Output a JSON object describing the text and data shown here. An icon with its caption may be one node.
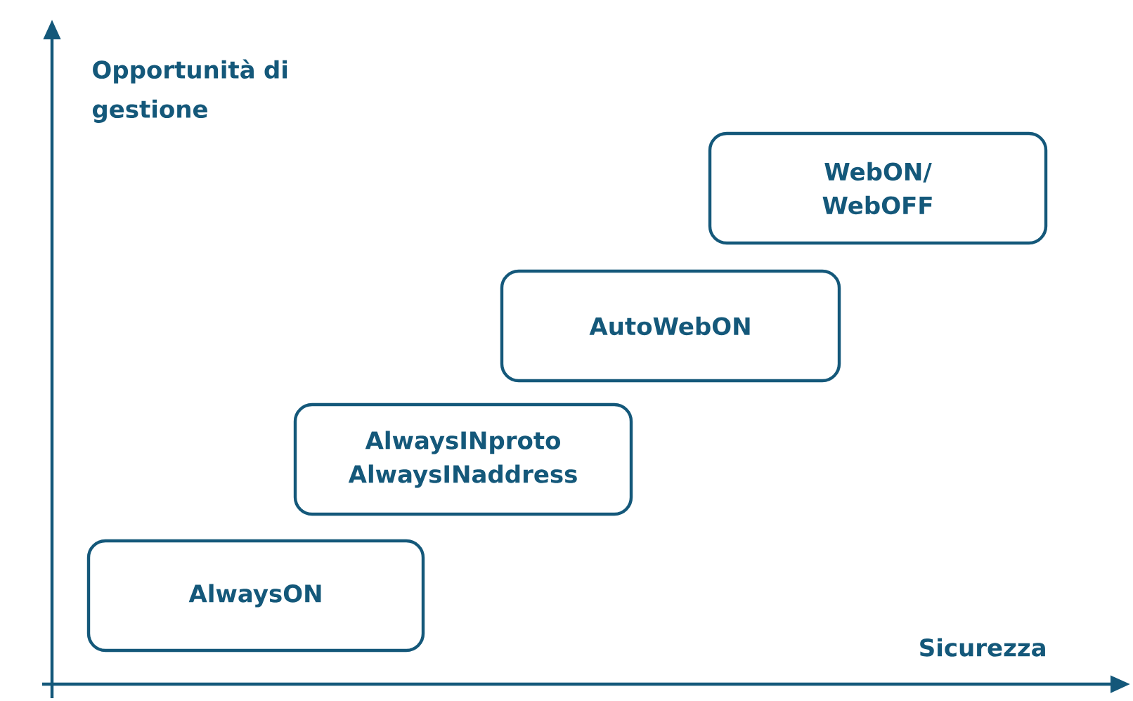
{
  "diagram": {
    "nodes": [
      {
        "text": [
          "AlwaysON"
        ]
      },
      {
        "text": [
          "AlwaysINproto AlwaysINaddress"
        ]
      },
      {
        "text": [
          "AutoWebON"
        ]
      },
      {
        "text": [
          "WebON/ WebOFF"
        ]
      }
    ],
    "labels": [
      "Opportunità di gestione",
      "Sicurezza"
    ]
  }
}
